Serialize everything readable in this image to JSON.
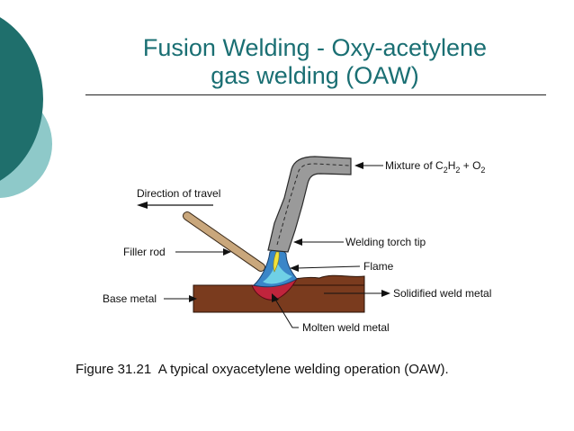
{
  "slide": {
    "title_line1": "Fusion Welding - Oxy-acetylene",
    "title_line2": "gas welding (OAW)",
    "caption": "Figure 31.21  A typical oxyacetylene welding operation (OAW)."
  },
  "diagram": {
    "labels": {
      "direction_of_travel": "Direction of travel",
      "filler_rod": "Filler rod",
      "base_metal": "Base metal",
      "mixture_prefix": "Mixture of C",
      "mixture_sub1": "2",
      "mixture_h": "H",
      "mixture_sub2": "2",
      "mixture_plus_o": " + O",
      "mixture_sub3": "2",
      "welding_torch_tip": "Welding torch tip",
      "flame": "Flame",
      "solidified_weld_metal": "Solidified weld metal",
      "molten_weld_metal": "Molten weld metal"
    }
  },
  "colors": {
    "title": "#1a6f73",
    "deco_dark": "#1f6f6c",
    "deco_light": "#8ec9c9",
    "base_metal": "#7a3b1e",
    "filler_rod": "#c9a77c",
    "torch": "#9a9a9a",
    "flame_blue": "#3a86c8",
    "flame_yellow": "#f2e23a",
    "molten": "#c0243c"
  }
}
